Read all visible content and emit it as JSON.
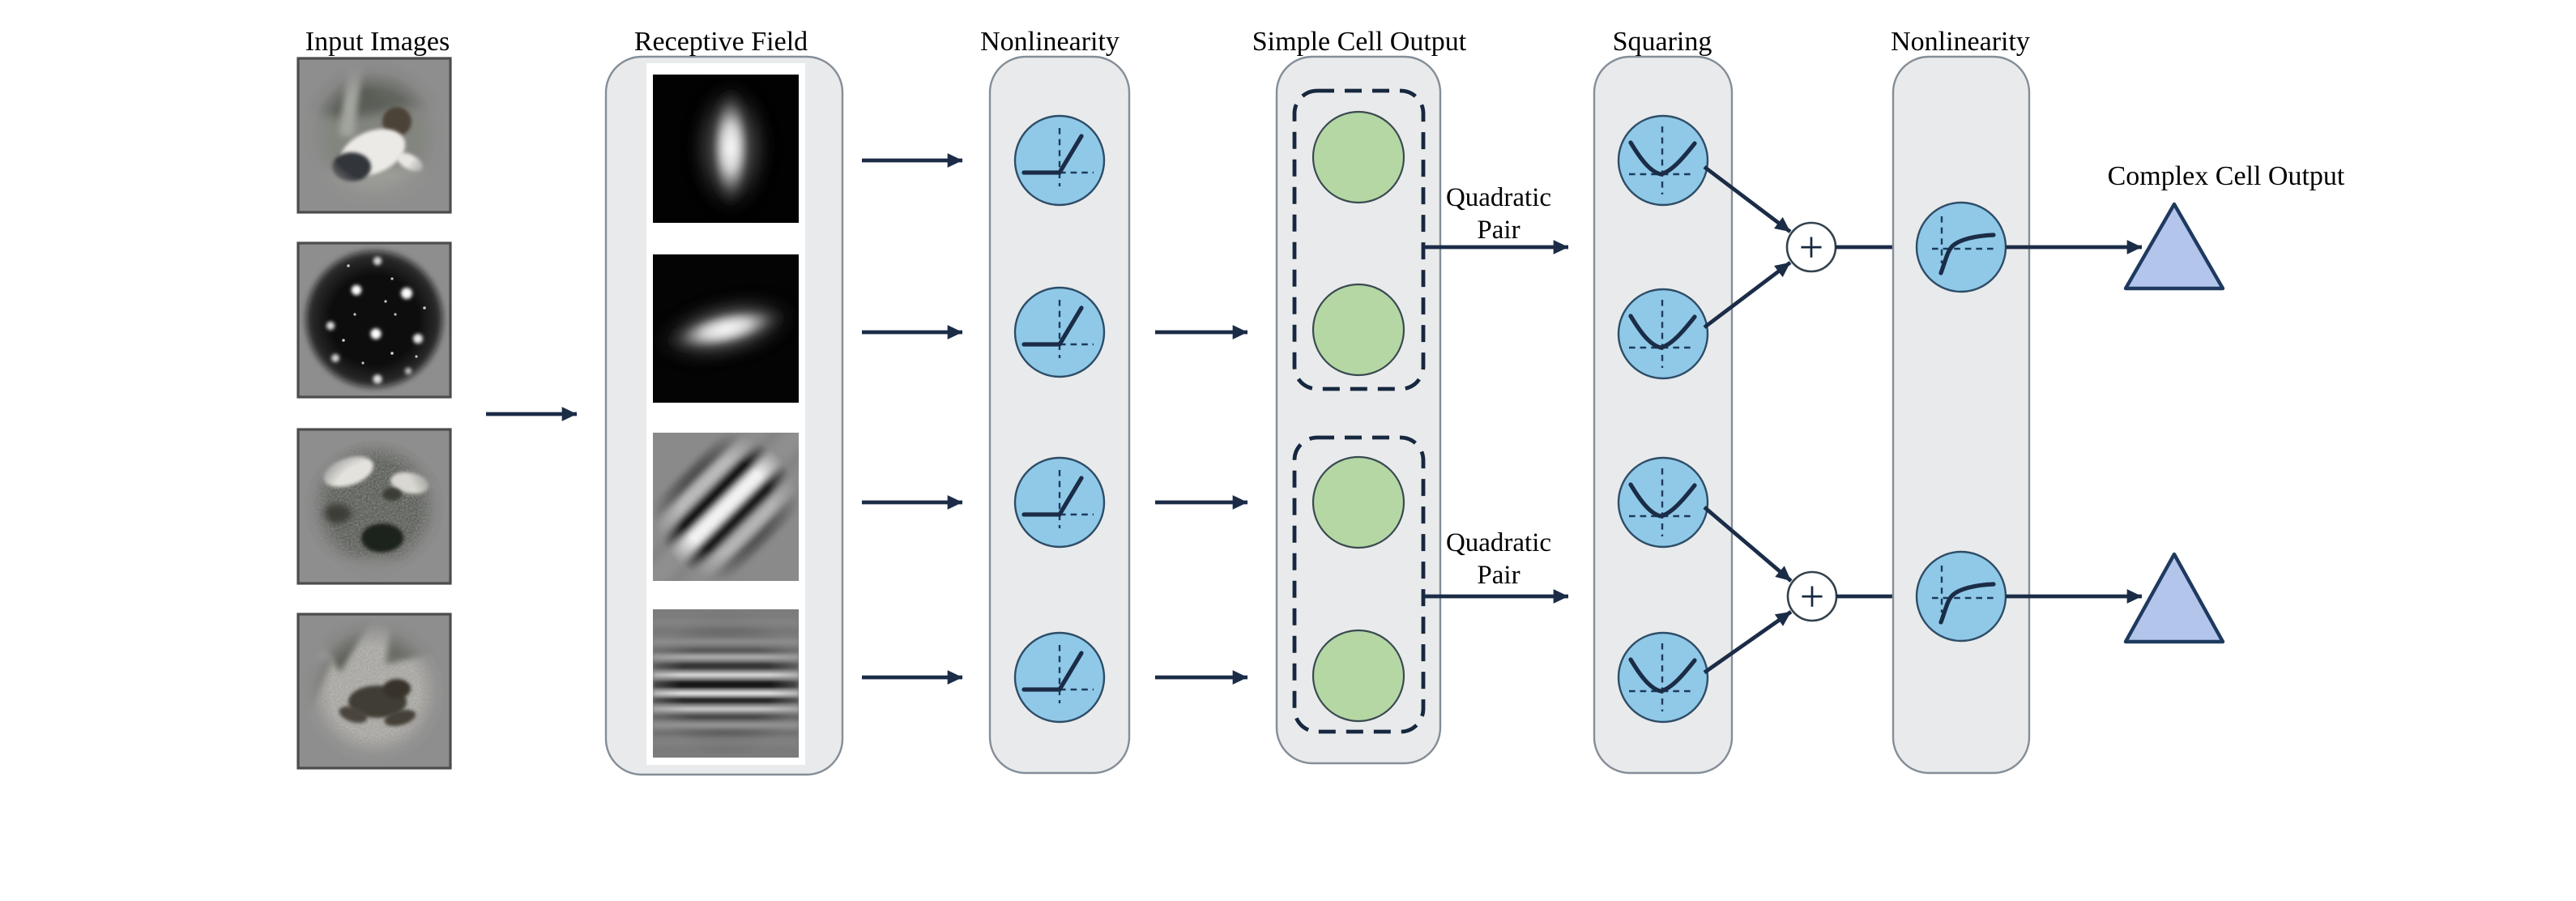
{
  "header_labels": {
    "input_images": "Input Images",
    "receptive_field": "Receptive Field",
    "nonlinearity": "Nonlinearity",
    "simple_cell_output": "Simple Cell Output",
    "squaring": "Squaring",
    "complex_cell_output": "Complex Cell Output"
  },
  "annotations": {
    "quadratic_pair": "Quadratic Pair",
    "sum_symbol": "+"
  },
  "colors": {
    "text": "#000000",
    "connector": "#1b2c47",
    "panel_fill": "#e9eaeb",
    "panel_border": "#848e98",
    "node_blue": "#8fc9e7",
    "node_blue_border": "#2e4d68",
    "node_dash": "#1d3a5a",
    "node_green": "#b5d7a4",
    "node_green_border": "#3a4a52",
    "dashed_box": "#16283f",
    "sum_fill": "#ffffff",
    "sum_border": "#33424d",
    "triangle_fill": "#b3c5ea",
    "triangle_border": "#1f3a5f"
  }
}
